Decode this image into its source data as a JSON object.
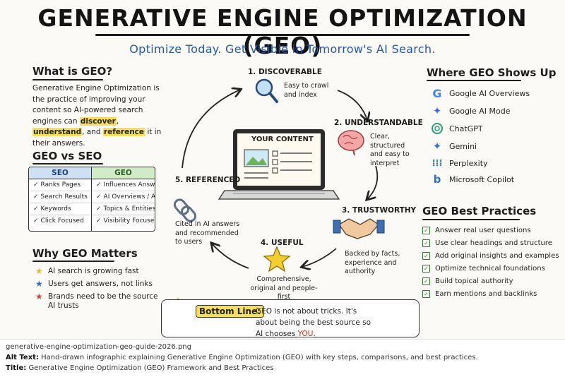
{
  "title": "GENERATIVE ENGINE OPTIMIZATION (GEO)",
  "subtitle": "Optimize Today. Get Visible in Tomorrow's AI Search.",
  "what": {
    "title": "What is GEO?",
    "text_a": "Generative Engine Optimization is the practice of improving your content so AI-powered search engines can ",
    "hl_1": "discover",
    "sep_1": ", ",
    "hl_2": "understand",
    "sep_2": ", and ",
    "hl_3": "reference",
    "text_b": " it in their answers."
  },
  "vs": {
    "title": "GEO vs SEO",
    "seo_head": "SEO",
    "geo_head": "GEO",
    "seo_rows": [
      "Ranks Pages",
      "Search Results",
      "Keywords",
      "Click Focused"
    ],
    "geo_rows": [
      "Influences Answers",
      "AI Overviews / AI Mode",
      "Topics & Entities",
      "Visibility Focused"
    ]
  },
  "why": {
    "title": "Why GEO Matters",
    "items": [
      "AI search is growing fast",
      "Users get answers, not links",
      "Brands need to be the source AI trusts"
    ],
    "star_colors": [
      "#e9b923",
      "#2f6fd0",
      "#d2473a"
    ]
  },
  "cycle": {
    "center_label": "YOUR CONTENT",
    "steps": [
      {
        "title": "1. DISCOVERABLE",
        "body": "Easy to crawl and index"
      },
      {
        "title": "2. UNDERSTANDABLE",
        "body": "Clear, structured and easy to interpret"
      },
      {
        "title": "3. TRUSTWORTHY",
        "body": "Backed by facts, experience and authority"
      },
      {
        "title": "4. USEFUL",
        "body": "Comprehensive, original and people-first"
      },
      {
        "title": "5. REFERENCED",
        "body": "Cited in AI answers and recommended to users"
      }
    ]
  },
  "where": {
    "title": "Where GEO Shows Up",
    "platforms": [
      {
        "name": "Google AI Overviews",
        "icon": "google-icon"
      },
      {
        "name": "Google AI Mode",
        "icon": "sparkle-icon"
      },
      {
        "name": "ChatGPT",
        "icon": "chatgpt-icon"
      },
      {
        "name": "Gemini",
        "icon": "gemini-icon"
      },
      {
        "name": "Perplexity",
        "icon": "perplexity-icon"
      },
      {
        "name": "Microsoft Copilot",
        "icon": "bing-icon"
      }
    ]
  },
  "best": {
    "title": "GEO Best Practices",
    "items": [
      "Answer real user questions",
      "Use clear headings and structure",
      "Add original insights and examples",
      "Optimize technical foundations",
      "Build topical authority",
      "Earn mentions and backlinks"
    ]
  },
  "bottom": {
    "label": "Bottom Line:",
    "text_a": "GEO is not about tricks. It's about being the best source so AI chooses ",
    "you": "YOU",
    "text_b": "."
  },
  "footer": {
    "filename": "generative-engine-optimization-geo-guide-2026.png",
    "alt_label": "Alt Text:",
    "alt_text": "Hand-drawn infographic explaining Generative Engine Optimization (GEO) with key steps, comparisons, and best practices.",
    "title_label": "Title:",
    "title_text": "Generative Engine Optimization (GEO) Framework and Best Practices"
  },
  "colors": {
    "accent_blue": "#2457a8",
    "highlight": "#f7df5c",
    "check_green": "#2e7a2e"
  }
}
